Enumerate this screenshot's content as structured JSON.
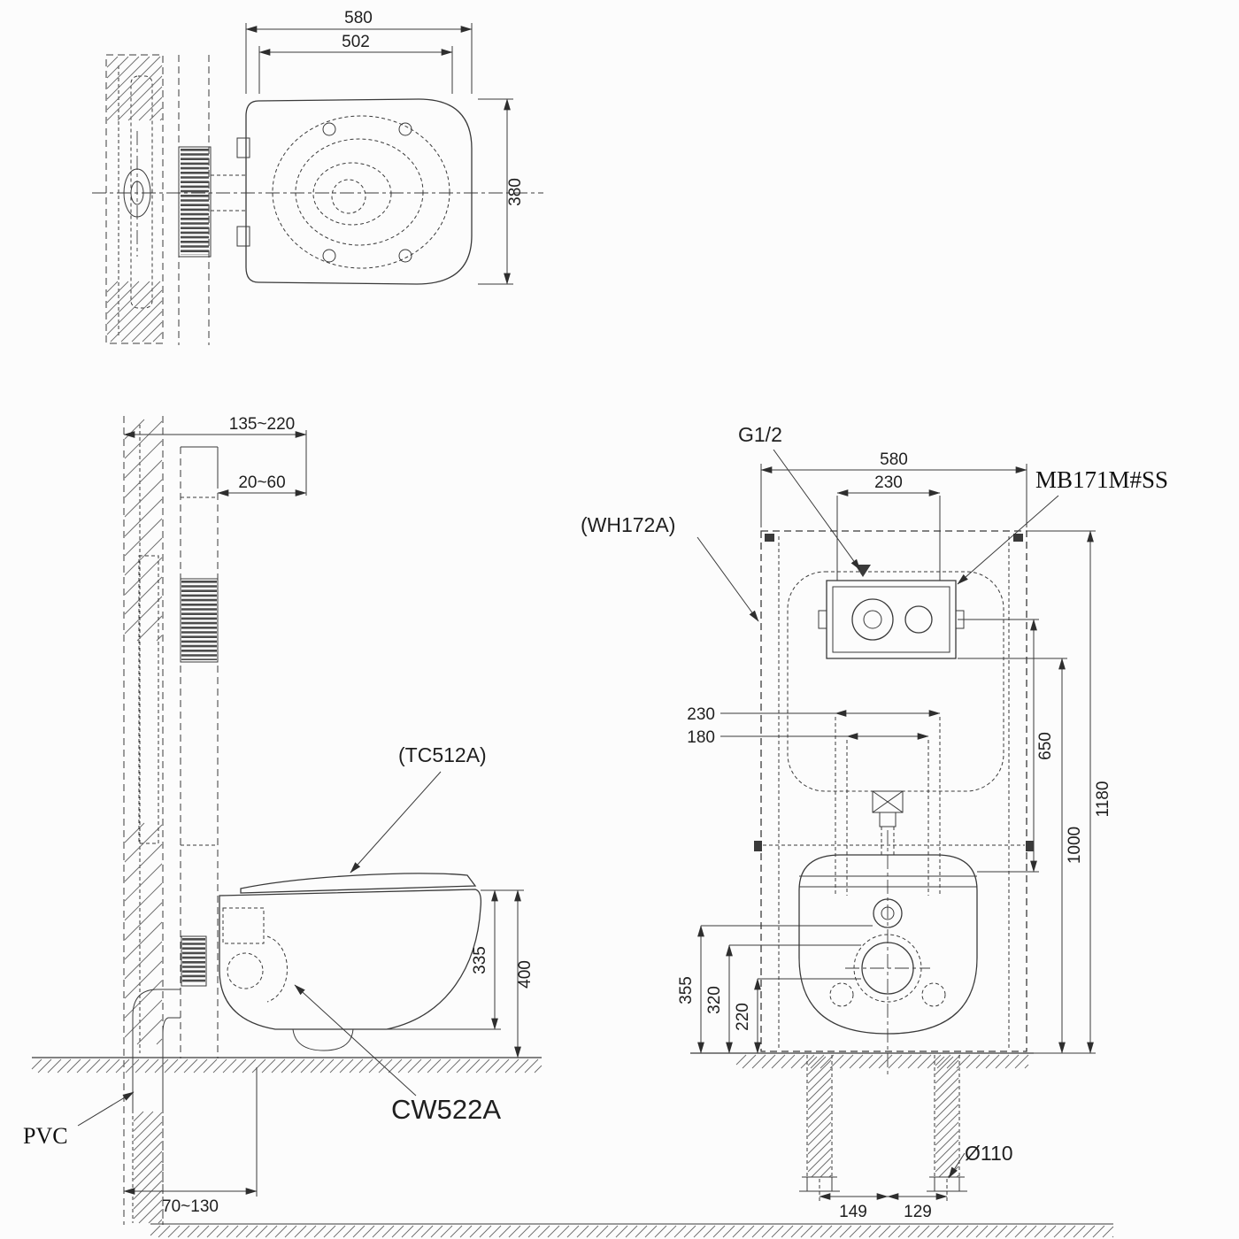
{
  "drawing": {
    "type": "technical-installation-drawing",
    "subject": "wall-hung toilet with concealed cistern"
  },
  "colors": {
    "line": "#3a3a3a",
    "text": "#1f1f1f",
    "background": "#fcfcfc"
  },
  "views": {
    "top": {
      "dim_580": "580",
      "dim_502": "502",
      "dim_380": "380"
    },
    "side": {
      "dim_135_220": "135~220",
      "dim_20_60": "20~60",
      "label_tc512a": "(TC512A)",
      "label_cw522a": "CW522A",
      "label_pvc": "PVC",
      "dim_335": "335",
      "dim_400": "400",
      "dim_70_130": "70~130"
    },
    "front": {
      "label_g12": "G1/2",
      "label_wh172a": "(WH172A)",
      "label_mb171m_ss": "MB171M#SS",
      "dim_580": "580",
      "dim_230_top": "230",
      "dim_230": "230",
      "dim_180": "180",
      "dim_650": "650",
      "dim_1000": "1000",
      "dim_1180": "1180",
      "dim_355": "355",
      "dim_320": "320",
      "dim_220": "220",
      "dim_149": "149",
      "dim_129": "129",
      "dim_dia_110": "Ø110"
    }
  }
}
